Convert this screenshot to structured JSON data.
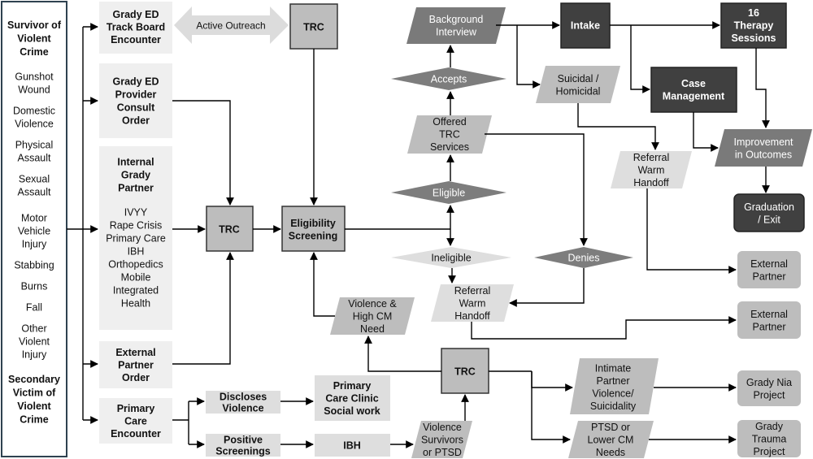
{
  "colors": {
    "light": "#efefef",
    "mid": "#bdbdbd",
    "dark": "#7a7a7a",
    "darker": "#404040",
    "diamond_dark": "#7d7d7d",
    "diamond_light": "#dedede",
    "sidebar_border": "#2f4250",
    "arrow": "#000000"
  },
  "sidebar": {
    "header": [
      "Survivor of",
      "Violent",
      "Crime"
    ],
    "items": [
      [
        "Gunshot",
        "Wound"
      ],
      [
        "Domestic",
        "Violence"
      ],
      [
        "Physical",
        "Assault"
      ],
      [
        "Sexual",
        "Assault"
      ],
      [
        "Motor",
        "Vehicle",
        "Injury"
      ],
      [
        "Stabbing"
      ],
      [
        "Burns"
      ],
      [
        "Fall"
      ],
      [
        "Other",
        "Violent",
        "Injury"
      ]
    ],
    "footer": [
      "Secondary",
      "Victim of",
      "Violent",
      "Crime"
    ]
  },
  "entry_points": {
    "track_board": [
      "Grady ED",
      "Track Board",
      "Encounter"
    ],
    "provider_consult": [
      "Grady ED",
      "Provider",
      "Consult",
      "Order"
    ],
    "internal_partner_title": [
      "Internal",
      "Grady",
      "Partner"
    ],
    "internal_partner_list": [
      "IVYY",
      "Rape Crisis",
      "Primary Care",
      "IBH",
      "Orthopedics",
      "Mobile",
      "Integrated",
      "Health"
    ],
    "external_partner_order": [
      "External",
      "Partner",
      "Order"
    ],
    "primary_care_encounter": [
      "Primary",
      "Care",
      "Encounter"
    ]
  },
  "nodes": {
    "active_outreach": "Active Outreach",
    "trc": "TRC",
    "eligibility_screening": [
      "Eligibility",
      "Screening"
    ],
    "eligible": "Eligible",
    "ineligible": "Ineligible",
    "offered_services": [
      "Offered",
      "TRC",
      "Services"
    ],
    "accepts": "Accepts",
    "denies": "Denies",
    "background_interview": [
      "Background",
      "Interview"
    ],
    "intake": "Intake",
    "therapy_sessions": [
      "16",
      "Therapy",
      "Sessions"
    ],
    "suicidal_homicidal": [
      "Suicidal /",
      "Homicidal"
    ],
    "case_management": [
      "Case",
      "Management"
    ],
    "referral_warm_handoff": [
      "Referral",
      "Warm",
      "Handoff"
    ],
    "improvement": [
      "Improvement",
      "in Outcomes"
    ],
    "graduation": [
      "Graduation",
      "/ Exit"
    ],
    "external_partner": [
      "External",
      "Partner"
    ],
    "violence_high_cm": [
      "Violence &",
      "High CM",
      "Need"
    ],
    "discloses_violence": [
      "Discloses",
      "Violence"
    ],
    "positive_screenings": [
      "Positive",
      "Screenings"
    ],
    "primary_care_clinic": [
      "Primary",
      "Care Clinic",
      "Social work"
    ],
    "ibh": "IBH",
    "violence_survivors_ptsd": [
      "Violence",
      "Survivors",
      "or PTSD"
    ],
    "intimate_partner": [
      "Intimate",
      "Partner",
      "Violence/",
      "Suicidality"
    ],
    "ptsd_lower_cm": [
      "PTSD or",
      "Lower CM",
      "Needs"
    ],
    "grady_nia": [
      "Grady Nia",
      "Project"
    ],
    "grady_trauma": [
      "Grady",
      "Trauma",
      "Project"
    ]
  }
}
